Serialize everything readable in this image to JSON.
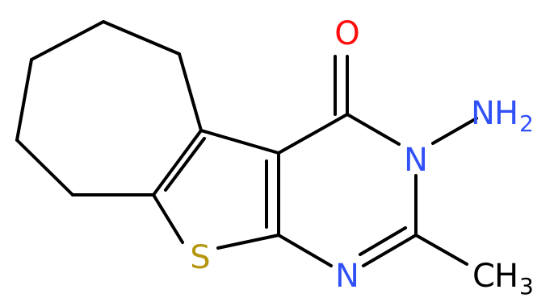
{
  "colors": {
    "bond": "#000000",
    "oxygen": "#ff0d0d",
    "nitrogen": "#3050f8",
    "sulfur": "#b5970f",
    "carbon": "#000000",
    "background": "#ffffff"
  },
  "atoms": {
    "oxygen": {
      "symbol": "O"
    },
    "n_amino": {
      "symbol": "N",
      "h": "H",
      "sub": "2"
    },
    "n_ring": {
      "symbol": "N"
    },
    "n_lower": {
      "symbol": "N"
    },
    "sulfur": {
      "symbol": "S"
    },
    "methyl": {
      "symbol": "C",
      "h": "H",
      "sub": "3"
    }
  }
}
